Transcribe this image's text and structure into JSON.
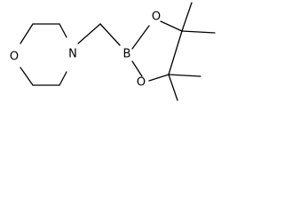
{
  "molecule": {
    "atoms": {
      "morpholine_oxygen": "O",
      "morpholine_nitrogen": "N",
      "boron": "B",
      "ring_oxygen_top": "O",
      "ring_oxygen_bottom": "O"
    }
  },
  "colors": {
    "bond": "#000000",
    "label": "#000000",
    "background": "#ffffff"
  }
}
